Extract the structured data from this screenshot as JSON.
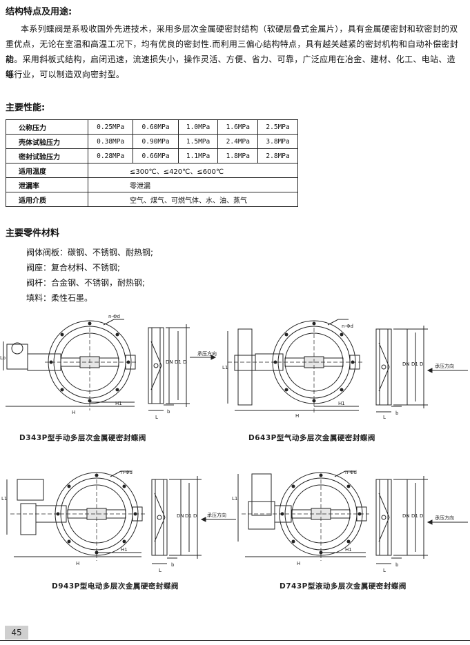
{
  "section1": {
    "title": "结构特点及用途:",
    "lines": [
      "本系列蝶阀是系吸收国外先进技术，采用多层次金属硬密封结构（软硬层叠式金属片），具有金属硬密封和软密封的双",
      "重优点，无论在室温和高温工况下，均有优良的密封性.而利用三偏心结构特点，具有越关越紧的密封机构和自动补偿密封功",
      "能。采用斜板式结构，启闭迅速，流速损失小，操作灵活、方便、省力、可靠，广泛应用在冶金、建材、化工、电站、造纸",
      "等行业，可以制造双向密封型。"
    ]
  },
  "section2": {
    "title": "主要性能:",
    "rows": [
      {
        "label": "公称压力",
        "values": [
          "0.25MPa",
          "0.60MPa",
          "1.0MPa",
          "1.6MPa",
          "2.5MPa"
        ]
      },
      {
        "label": "壳体试验压力",
        "values": [
          "0.38MPa",
          "0.90MPa",
          "1.5MPa",
          "2.4MPa",
          "3.8MPa"
        ]
      },
      {
        "label": "密封试验压力",
        "values": [
          "0.28MPa",
          "0.66MPa",
          "1.1MPa",
          "1.8MPa",
          "2.8MPa"
        ]
      },
      {
        "label": "适用温度",
        "text": "≤300℃、≤420℃、≤600℃"
      },
      {
        "label": "泄漏率",
        "text": "零泄漏"
      },
      {
        "label": "适用介质",
        "text": "空气、煤气、可燃气体、水、油、蒸气"
      }
    ]
  },
  "section3": {
    "title": "主要零件材料",
    "items": [
      "阀体阀板：碳钢、不锈钢、耐热钢;",
      "阀座：复合材料、不锈钢;",
      "阀杆：合金钢、不锈钢，耐热钢;",
      "填料：柔性石墨。"
    ]
  },
  "drawing_labels": {
    "bolt": "n-Φd",
    "L0": "Lo",
    "L1": "L1",
    "H": "H",
    "H1": "H1",
    "L": "L",
    "b": "b",
    "DN": "DN",
    "D1": "D1",
    "D": "D",
    "flow": "承压方向"
  },
  "figures": [
    {
      "caption": "D343P型手动多层次金属硬密封蝶阀"
    },
    {
      "caption": "D643P型气动多层次金属硬密封蝶阀"
    },
    {
      "caption": "D943P型电动多层次金属硬密封蝶阀"
    },
    {
      "caption": "D743P型液动多层次金属硬密封蝶阀"
    }
  ],
  "page_number": "45"
}
